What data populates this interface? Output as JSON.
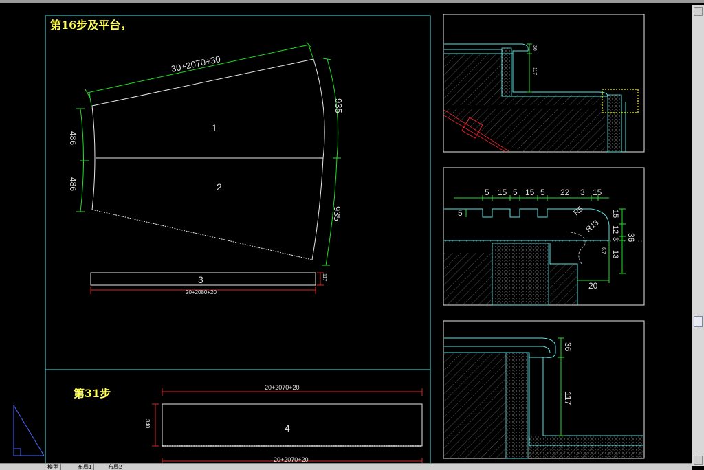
{
  "sheet1": {
    "title": "第16步及平台，",
    "dim_top": "30+2070+30",
    "dim_right_top": "935",
    "dim_right_bottom": "935",
    "dim_left_top": "486",
    "dim_left_bottom": "486",
    "piece1": "1",
    "piece2": "2",
    "piece3": "3",
    "riser_dim": "20+2080+20",
    "riser_height": "117"
  },
  "sheet2": {
    "title": "第31步",
    "dim_top": "20+2070+20",
    "dim_left": "340",
    "piece4": "4",
    "dim_bottom": "20+2070+20"
  },
  "detail2": {
    "dims_top": [
      "5",
      "15",
      "5",
      "15",
      "5",
      "22",
      "3",
      "15"
    ],
    "dim_left": "5",
    "radius1": "R5",
    "radius2": "R13",
    "dims_right": [
      "15",
      "12",
      "3",
      "13"
    ],
    "dim_total": "36",
    "dim_bottom": "20",
    "dim_small": "6.7"
  },
  "detail1": {
    "dim_a": "36",
    "dim_b": "117"
  },
  "detail3": {
    "dim_a": "36",
    "dim_b": "117"
  },
  "tabs": [
    "模型",
    "布局1",
    "布局2"
  ]
}
